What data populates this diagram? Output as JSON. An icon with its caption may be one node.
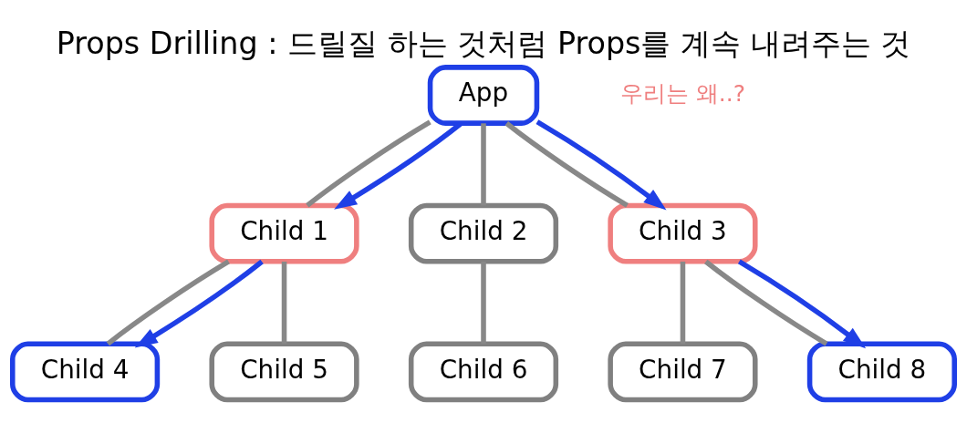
{
  "diagram": {
    "title": "Props Drilling : 드릴질 하는 것처럼 Props를 계속 내려주는 것",
    "nodes": [
      {
        "text": [
          "App"
        ]
      },
      {
        "text": [
          "Child 1"
        ]
      },
      {
        "text": [
          "Child 2"
        ]
      },
      {
        "text": [
          "Child 3"
        ]
      },
      {
        "text": [
          "Child 4"
        ]
      },
      {
        "text": [
          "Child 5"
        ]
      },
      {
        "text": [
          "Child 6"
        ]
      },
      {
        "text": [
          "Child 7"
        ]
      },
      {
        "text": [
          "Child 8"
        ]
      }
    ],
    "edges": [
      {
        "from": 0,
        "to": 1,
        "arrow": "none"
      },
      {
        "from": 0,
        "to": 1,
        "arrow": "to",
        "color": "#1f3fe6"
      },
      {
        "from": 0,
        "to": 2,
        "arrow": "none"
      },
      {
        "from": 0,
        "to": 3,
        "arrow": "none"
      },
      {
        "from": 0,
        "to": 3,
        "arrow": "to",
        "color": "#1f3fe6"
      },
      {
        "from": 1,
        "to": 4,
        "arrow": "none"
      },
      {
        "from": 1,
        "to": 4,
        "arrow": "to",
        "color": "#1f3fe6"
      },
      {
        "from": 1,
        "to": 5,
        "arrow": "none"
      },
      {
        "from": 2,
        "to": 6,
        "arrow": "none"
      },
      {
        "from": 3,
        "to": 7,
        "arrow": "none"
      },
      {
        "from": 3,
        "to": 8,
        "arrow": "none"
      },
      {
        "from": 3,
        "to": 8,
        "arrow": "to",
        "color": "#1f3fe6"
      }
    ],
    "labels": [
      "우리는 왜..?"
    ]
  }
}
